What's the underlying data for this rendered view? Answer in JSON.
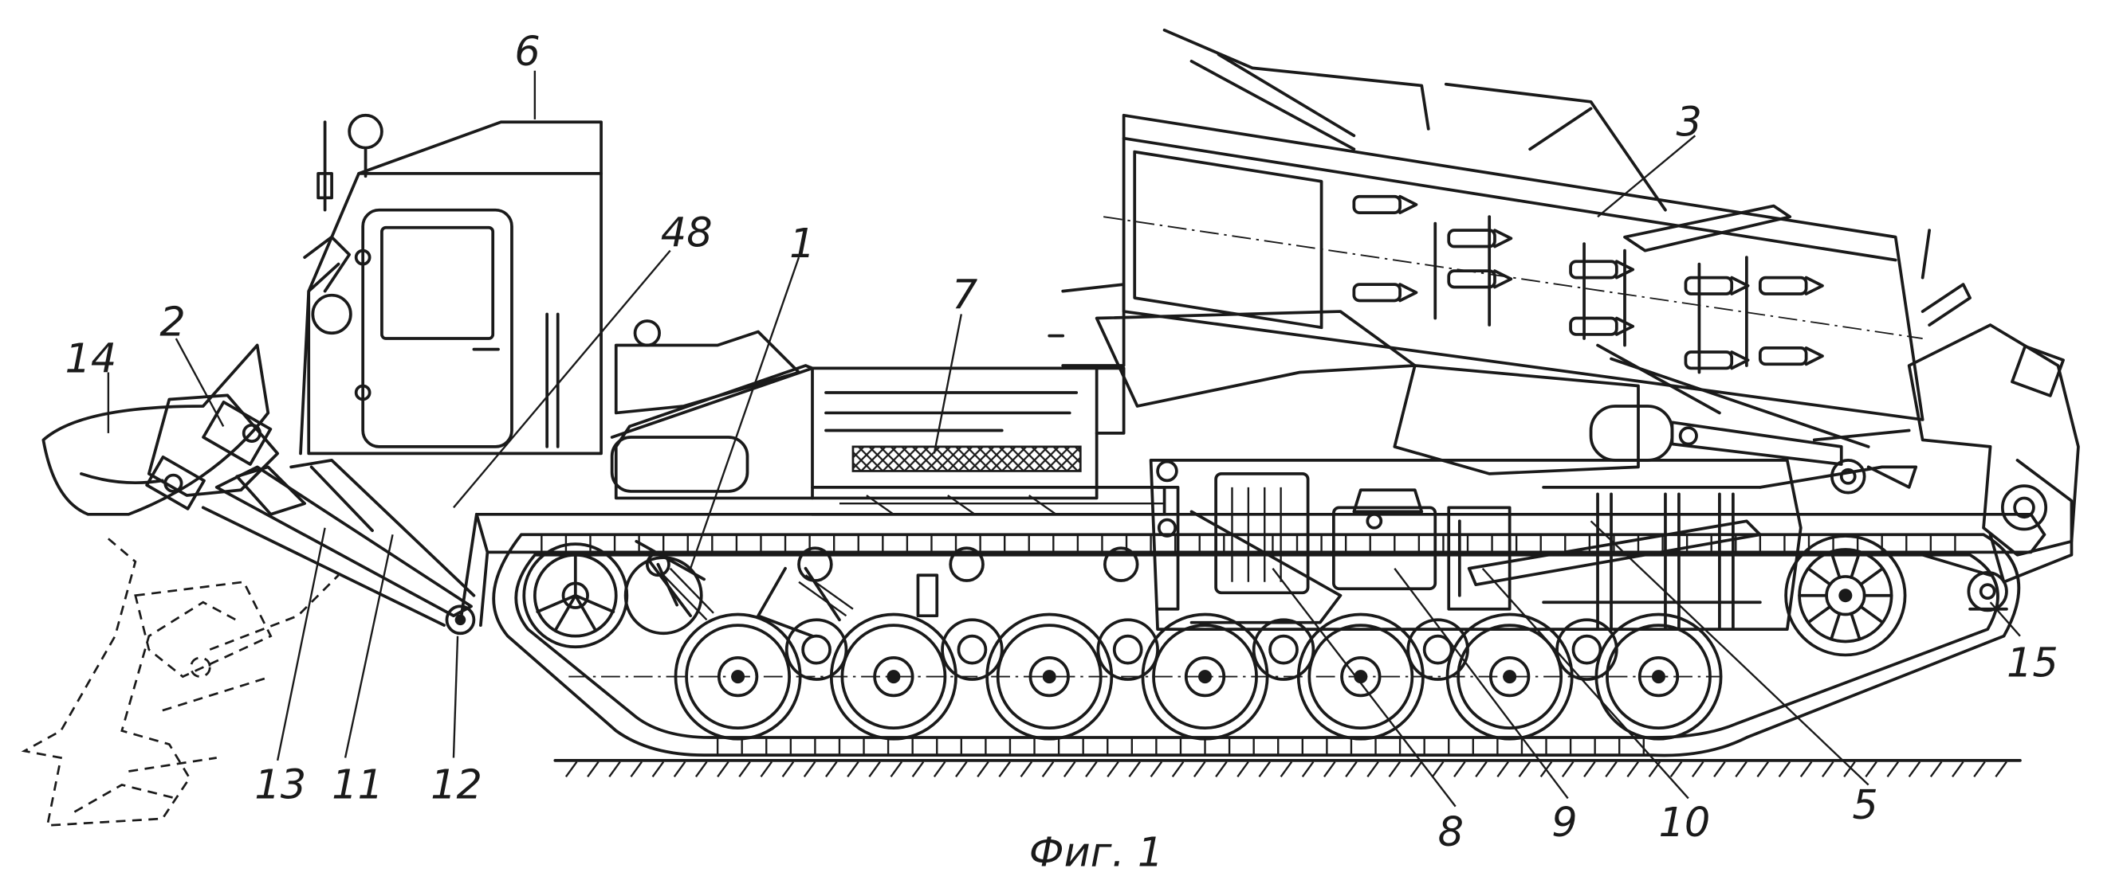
{
  "figure": {
    "caption": "Фиг. 1"
  },
  "labels": [
    "6",
    "48",
    "1",
    "7",
    "3",
    "2",
    "14",
    "13",
    "11",
    "12",
    "8",
    "9",
    "10",
    "5",
    "15"
  ],
  "colors": {
    "ink": "#1a1a1a",
    "paper": "#ffffff"
  }
}
